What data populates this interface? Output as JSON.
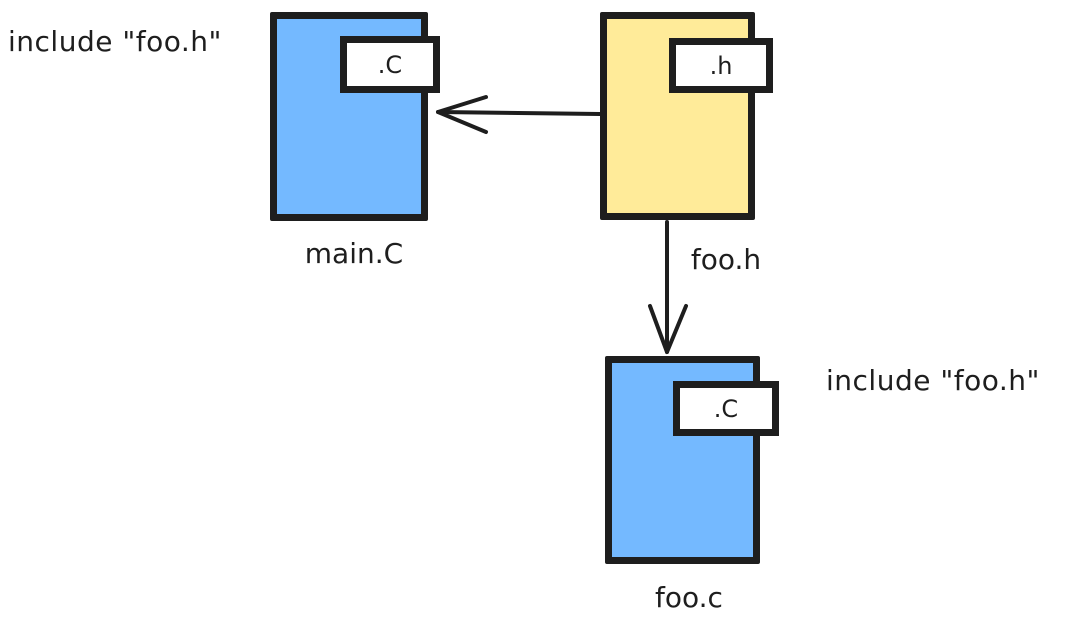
{
  "notes": {
    "main_include": "include \"foo.h\"",
    "foo_include": "include \"foo.h\""
  },
  "files": {
    "main_c": {
      "tag": ".C",
      "label": "main.C",
      "color": "#74b9ff"
    },
    "foo_h": {
      "tag": ".h",
      "label": "foo.h",
      "color": "#ffeb99"
    },
    "foo_c": {
      "tag": ".C",
      "label": "foo.c",
      "color": "#74b9ff"
    }
  },
  "edges": [
    {
      "from": "foo.h",
      "to": "main.C"
    },
    {
      "from": "foo.h",
      "to": "foo.c"
    }
  ],
  "colors": {
    "stroke": "#1e1e1e",
    "c_file": "#74b9ff",
    "h_file": "#ffeb99",
    "tag_bg": "#ffffff"
  }
}
